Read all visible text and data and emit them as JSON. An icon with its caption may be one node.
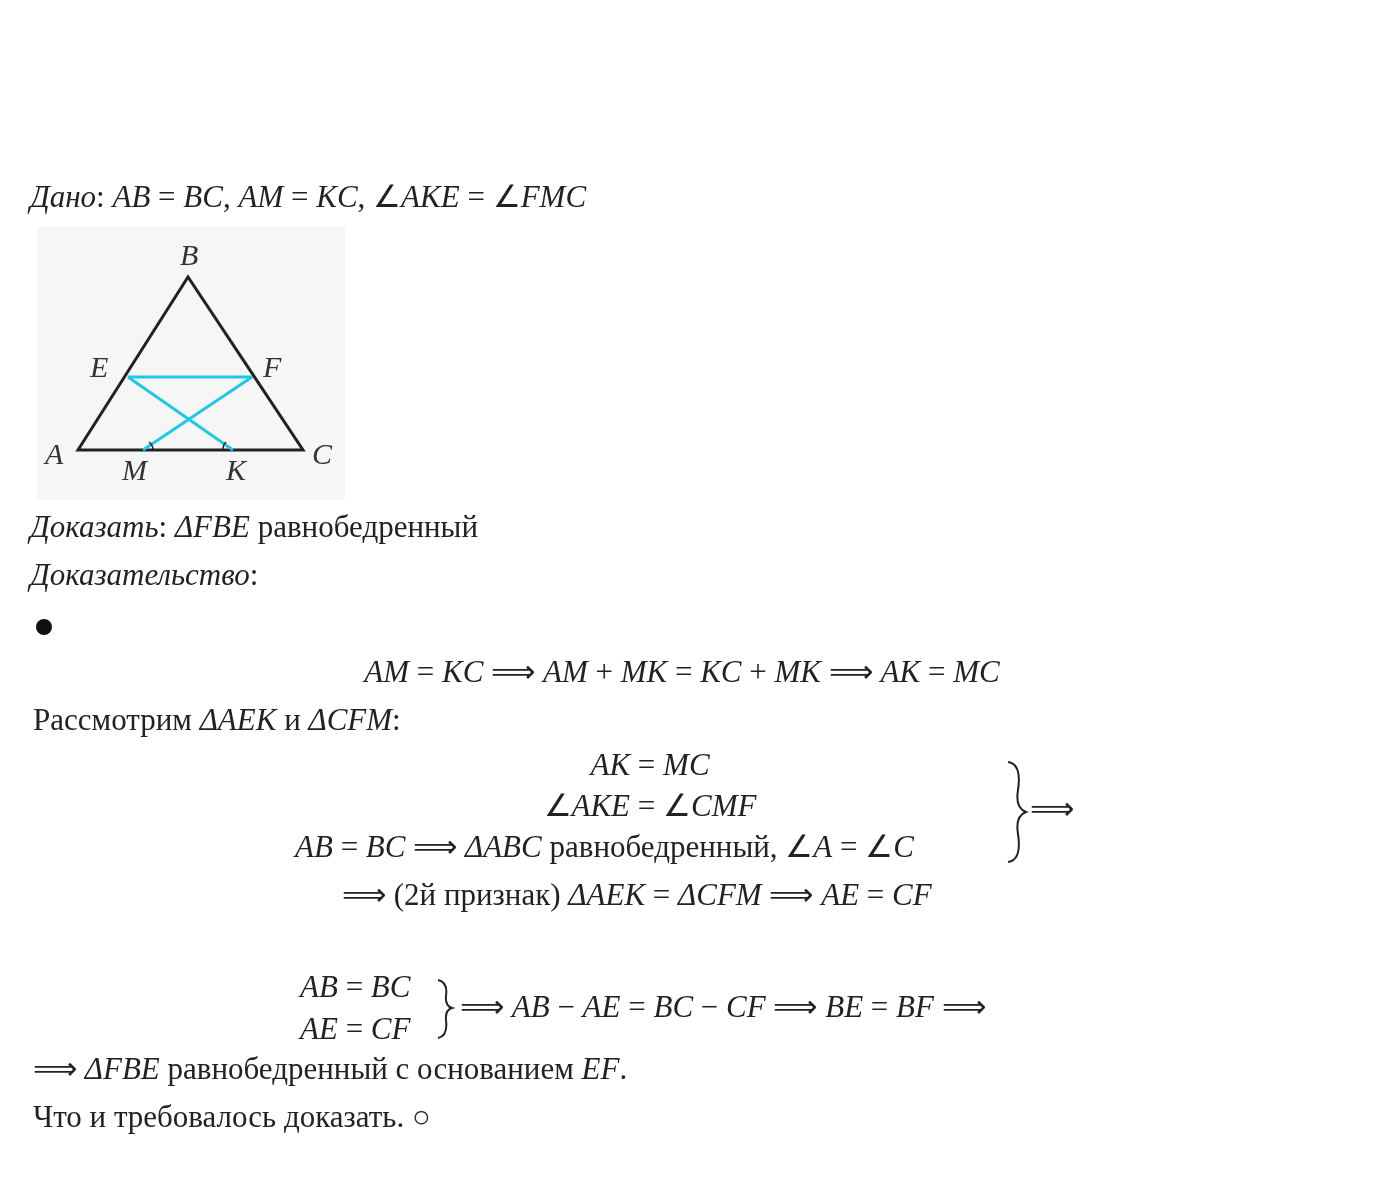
{
  "diagram": {
    "labels": [
      "*Дано*: *AB* = *BC*, *AM* = *KC*, ∠*AKE* = ∠*FMC*",
      "B",
      "E",
      "F",
      "A",
      "M",
      "K",
      "C",
      "*Доказать*: *ΔFBE* равнобедренный",
      "*Доказательство*:",
      "*AM* = *KC* ⟹ *AM* + *MK* = *KC* + *MK* ⟹ *AK* = *MC*",
      "Рассмотрим *ΔAEK* и *ΔCFM*:",
      "*AK* = *MC*",
      "∠*AKE* = ∠*CMF*",
      "*AB* = *BC* ⟹ *ΔABC* равнобедренный, ∠*A* = ∠*C*",
      "⟹",
      "⟹ (2й признак) *ΔAEK* = *ΔCFM* ⟹ *AE* = *CF*",
      "*AB* = *BC*",
      "*AE* = *CF*",
      "⟹ *AB* − *AE* = *BC* − *CF* ⟹ *BE* = *BF* ⟹",
      "⟹ *ΔFBE* равнобедренный с основанием *EF*.",
      "Что и требовалось доказать. ○"
    ]
  }
}
